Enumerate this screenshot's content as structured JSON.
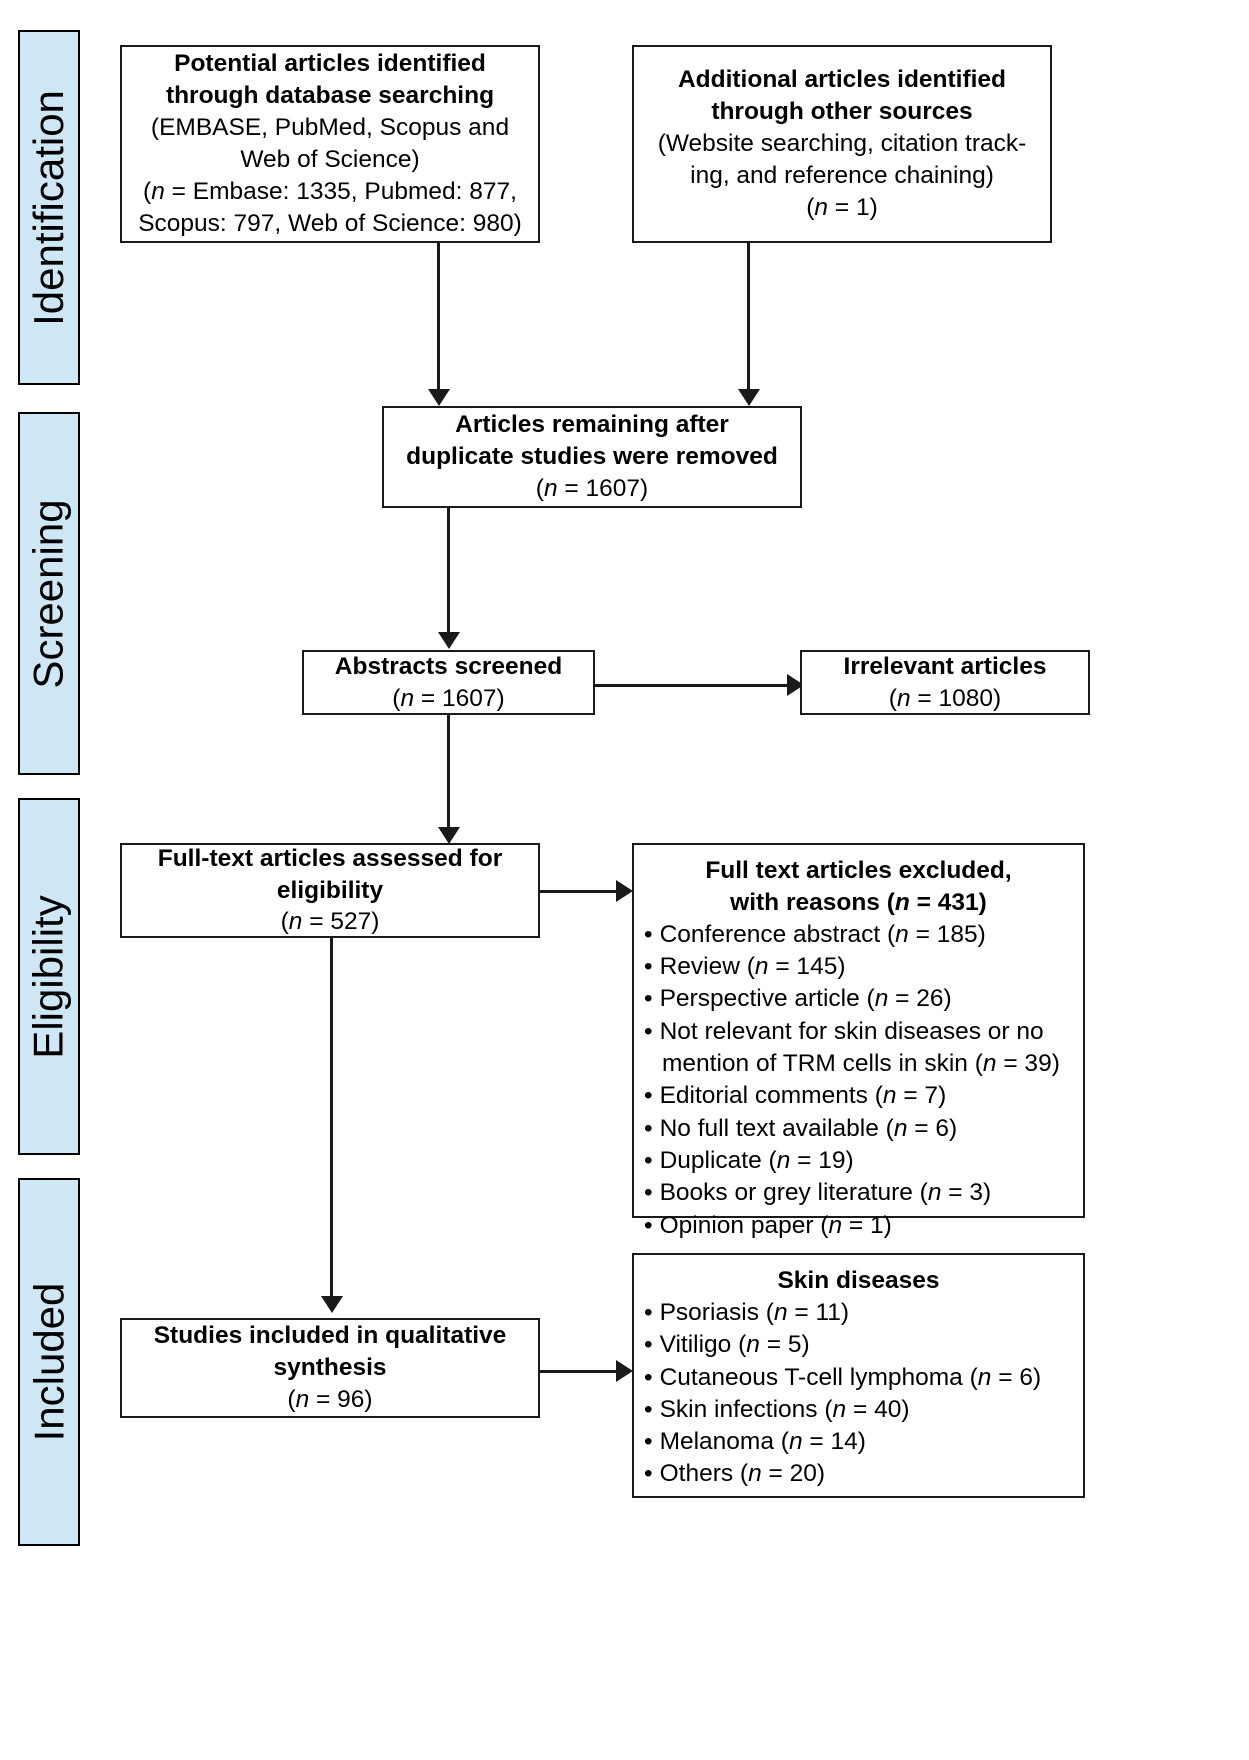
{
  "phases": [
    {
      "label": "Identification"
    },
    {
      "label": "Screening"
    },
    {
      "label": "Eligibility"
    },
    {
      "label": "Included"
    }
  ],
  "boxes": {
    "database_search": {
      "title_line1": "Potential articles identified",
      "title_line2": "through database searching",
      "sub_line1": "(EMBASE, PubMed, Scopus and",
      "sub_line2": "Web of Science)",
      "count_line1_pre": "(",
      "count_line1_n": "n",
      "count_line1_post": " = Embase: 1335, Pubmed: 877,",
      "count_line2": "Scopus: 797, Web of Science: 980)"
    },
    "other_sources": {
      "title_line1": "Additional articles identified",
      "title_line2": "through other sources",
      "sub_line1": "(Website searching, citation track-",
      "sub_line2": "ing, and reference chaining)",
      "count_pre": "(",
      "count_n": "n",
      "count_post": " = 1)"
    },
    "duplicates_removed": {
      "title_line1": "Articles remaining after",
      "title_line2": "duplicate studies were removed",
      "count_pre": "(",
      "count_n": "n",
      "count_post": " = 1607)"
    },
    "abstracts_screened": {
      "title": "Abstracts screened",
      "count_pre": "(",
      "count_n": "n",
      "count_post": " = 1607)"
    },
    "irrelevant_articles": {
      "title": "Irrelevant articles",
      "count_pre": "(",
      "count_n": "n",
      "count_post": " = 1080)"
    },
    "fulltext_assessed": {
      "title_line1": "Full-text articles assessed for",
      "title_line2": "eligibility",
      "count_pre": "(",
      "count_n": "n",
      "count_post": " = 527)"
    },
    "fulltext_excluded": {
      "header_line1": "Full text articles excluded,",
      "header_line2_pre": "with reasons (",
      "header_line2_n": "n",
      "header_line2_post": " = 431)",
      "items": [
        {
          "text_pre": "Conference abstract (",
          "n": "n",
          "text_post": " = 185)"
        },
        {
          "text_pre": "Review (",
          "n": "n",
          "text_post": " = 145)"
        },
        {
          "text_pre": "Perspective article (",
          "n": "n",
          "text_post": " = 26)"
        },
        {
          "text_pre": "Not relevant for skin diseases or no mention of TRM cells in skin (",
          "n": "n",
          "text_post": " = 39)"
        },
        {
          "text_pre": "Editorial comments (",
          "n": "n",
          "text_post": " = 7)"
        },
        {
          "text_pre": "No full text available (",
          "n": "n",
          "text_post": " = 6)"
        },
        {
          "text_pre": "Duplicate (",
          "n": "n",
          "text_post": " = 19)"
        },
        {
          "text_pre": "Books or grey literature (",
          "n": "n",
          "text_post": " = 3)"
        },
        {
          "text_pre": "Opinion paper (",
          "n": "n",
          "text_post": " = 1)"
        }
      ]
    },
    "included_studies": {
      "title_line1": "Studies included in qualitative",
      "title_line2": "synthesis",
      "count_pre": "(",
      "count_n": "n",
      "count_post": " = 96)"
    },
    "skin_diseases": {
      "header": "Skin diseases",
      "items": [
        {
          "text_pre": "Psoriasis (",
          "n": "n",
          "text_post": " = 11)"
        },
        {
          "text_pre": "Vitiligo (",
          "n": "n",
          "text_post": " = 5)"
        },
        {
          "text_pre": "Cutaneous T-cell lymphoma (",
          "n": "n",
          "text_post": " = 6)"
        },
        {
          "text_pre": "Skin infections (",
          "n": "n",
          "text_post": " = 40)"
        },
        {
          "text_pre": "Melanoma (",
          "n": "n",
          "text_post": " = 14)"
        },
        {
          "text_pre": "Others (",
          "n": "n",
          "text_post": " = 20)"
        }
      ]
    }
  },
  "colors": {
    "phase_bar_fill": "#cfe7f5",
    "line": "#1a1a1a",
    "background": "#ffffff"
  }
}
